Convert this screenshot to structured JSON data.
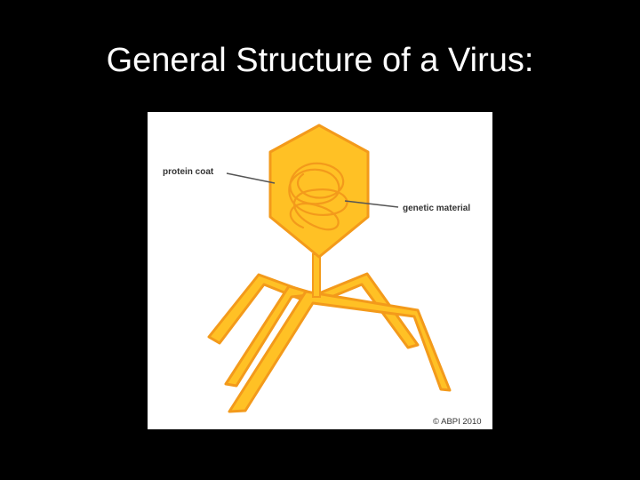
{
  "slide": {
    "title": "General Structure of a Virus:"
  },
  "diagram": {
    "labels": {
      "protein_coat": "protein coat",
      "genetic_material": "genetic material"
    },
    "copyright": "© ABPI 2010",
    "colors": {
      "fill": "#FFC125",
      "stroke": "#F39A1B",
      "background": "#FFFFFF",
      "pointer": "#555555",
      "text": "#333333"
    }
  }
}
